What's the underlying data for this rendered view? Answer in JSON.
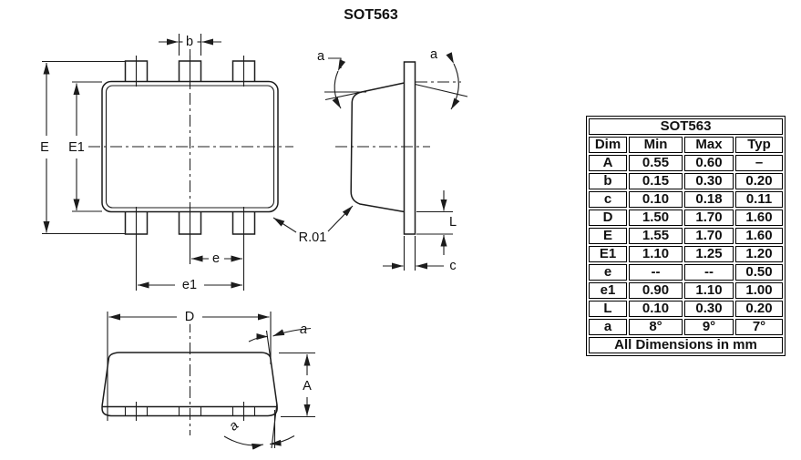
{
  "title": "SOT563",
  "drawing": {
    "labels": {
      "E": "E",
      "E1": "E1",
      "b": "b",
      "e": "e",
      "e1": "e1",
      "R01": "R.01",
      "a": "a",
      "L": "L",
      "c": "c",
      "D": "D",
      "A": "A"
    }
  },
  "table": {
    "title": "SOT563",
    "columns": [
      "Dim",
      "Min",
      "Max",
      "Typ"
    ],
    "rows": [
      {
        "dim": "A",
        "min": "0.55",
        "max": "0.60",
        "typ": "–"
      },
      {
        "dim": "b",
        "min": "0.15",
        "max": "0.30",
        "typ": "0.20"
      },
      {
        "dim": "c",
        "min": "0.10",
        "max": "0.18",
        "typ": "0.11"
      },
      {
        "dim": "D",
        "min": "1.50",
        "max": "1.70",
        "typ": "1.60"
      },
      {
        "dim": "E",
        "min": "1.55",
        "max": "1.70",
        "typ": "1.60"
      },
      {
        "dim": "E1",
        "min": "1.10",
        "max": "1.25",
        "typ": "1.20"
      },
      {
        "dim": "e",
        "min": "--",
        "max": "--",
        "typ": "0.50"
      },
      {
        "dim": "e1",
        "min": "0.90",
        "max": "1.10",
        "typ": "1.00"
      },
      {
        "dim": "L",
        "min": "0.10",
        "max": "0.30",
        "typ": "0.20"
      },
      {
        "dim": "a",
        "min": "8°",
        "max": "9°",
        "typ": "7°"
      }
    ],
    "footer": "All Dimensions in mm"
  },
  "colors": {
    "ink": "#1c1c1c",
    "background": "#ffffff"
  }
}
